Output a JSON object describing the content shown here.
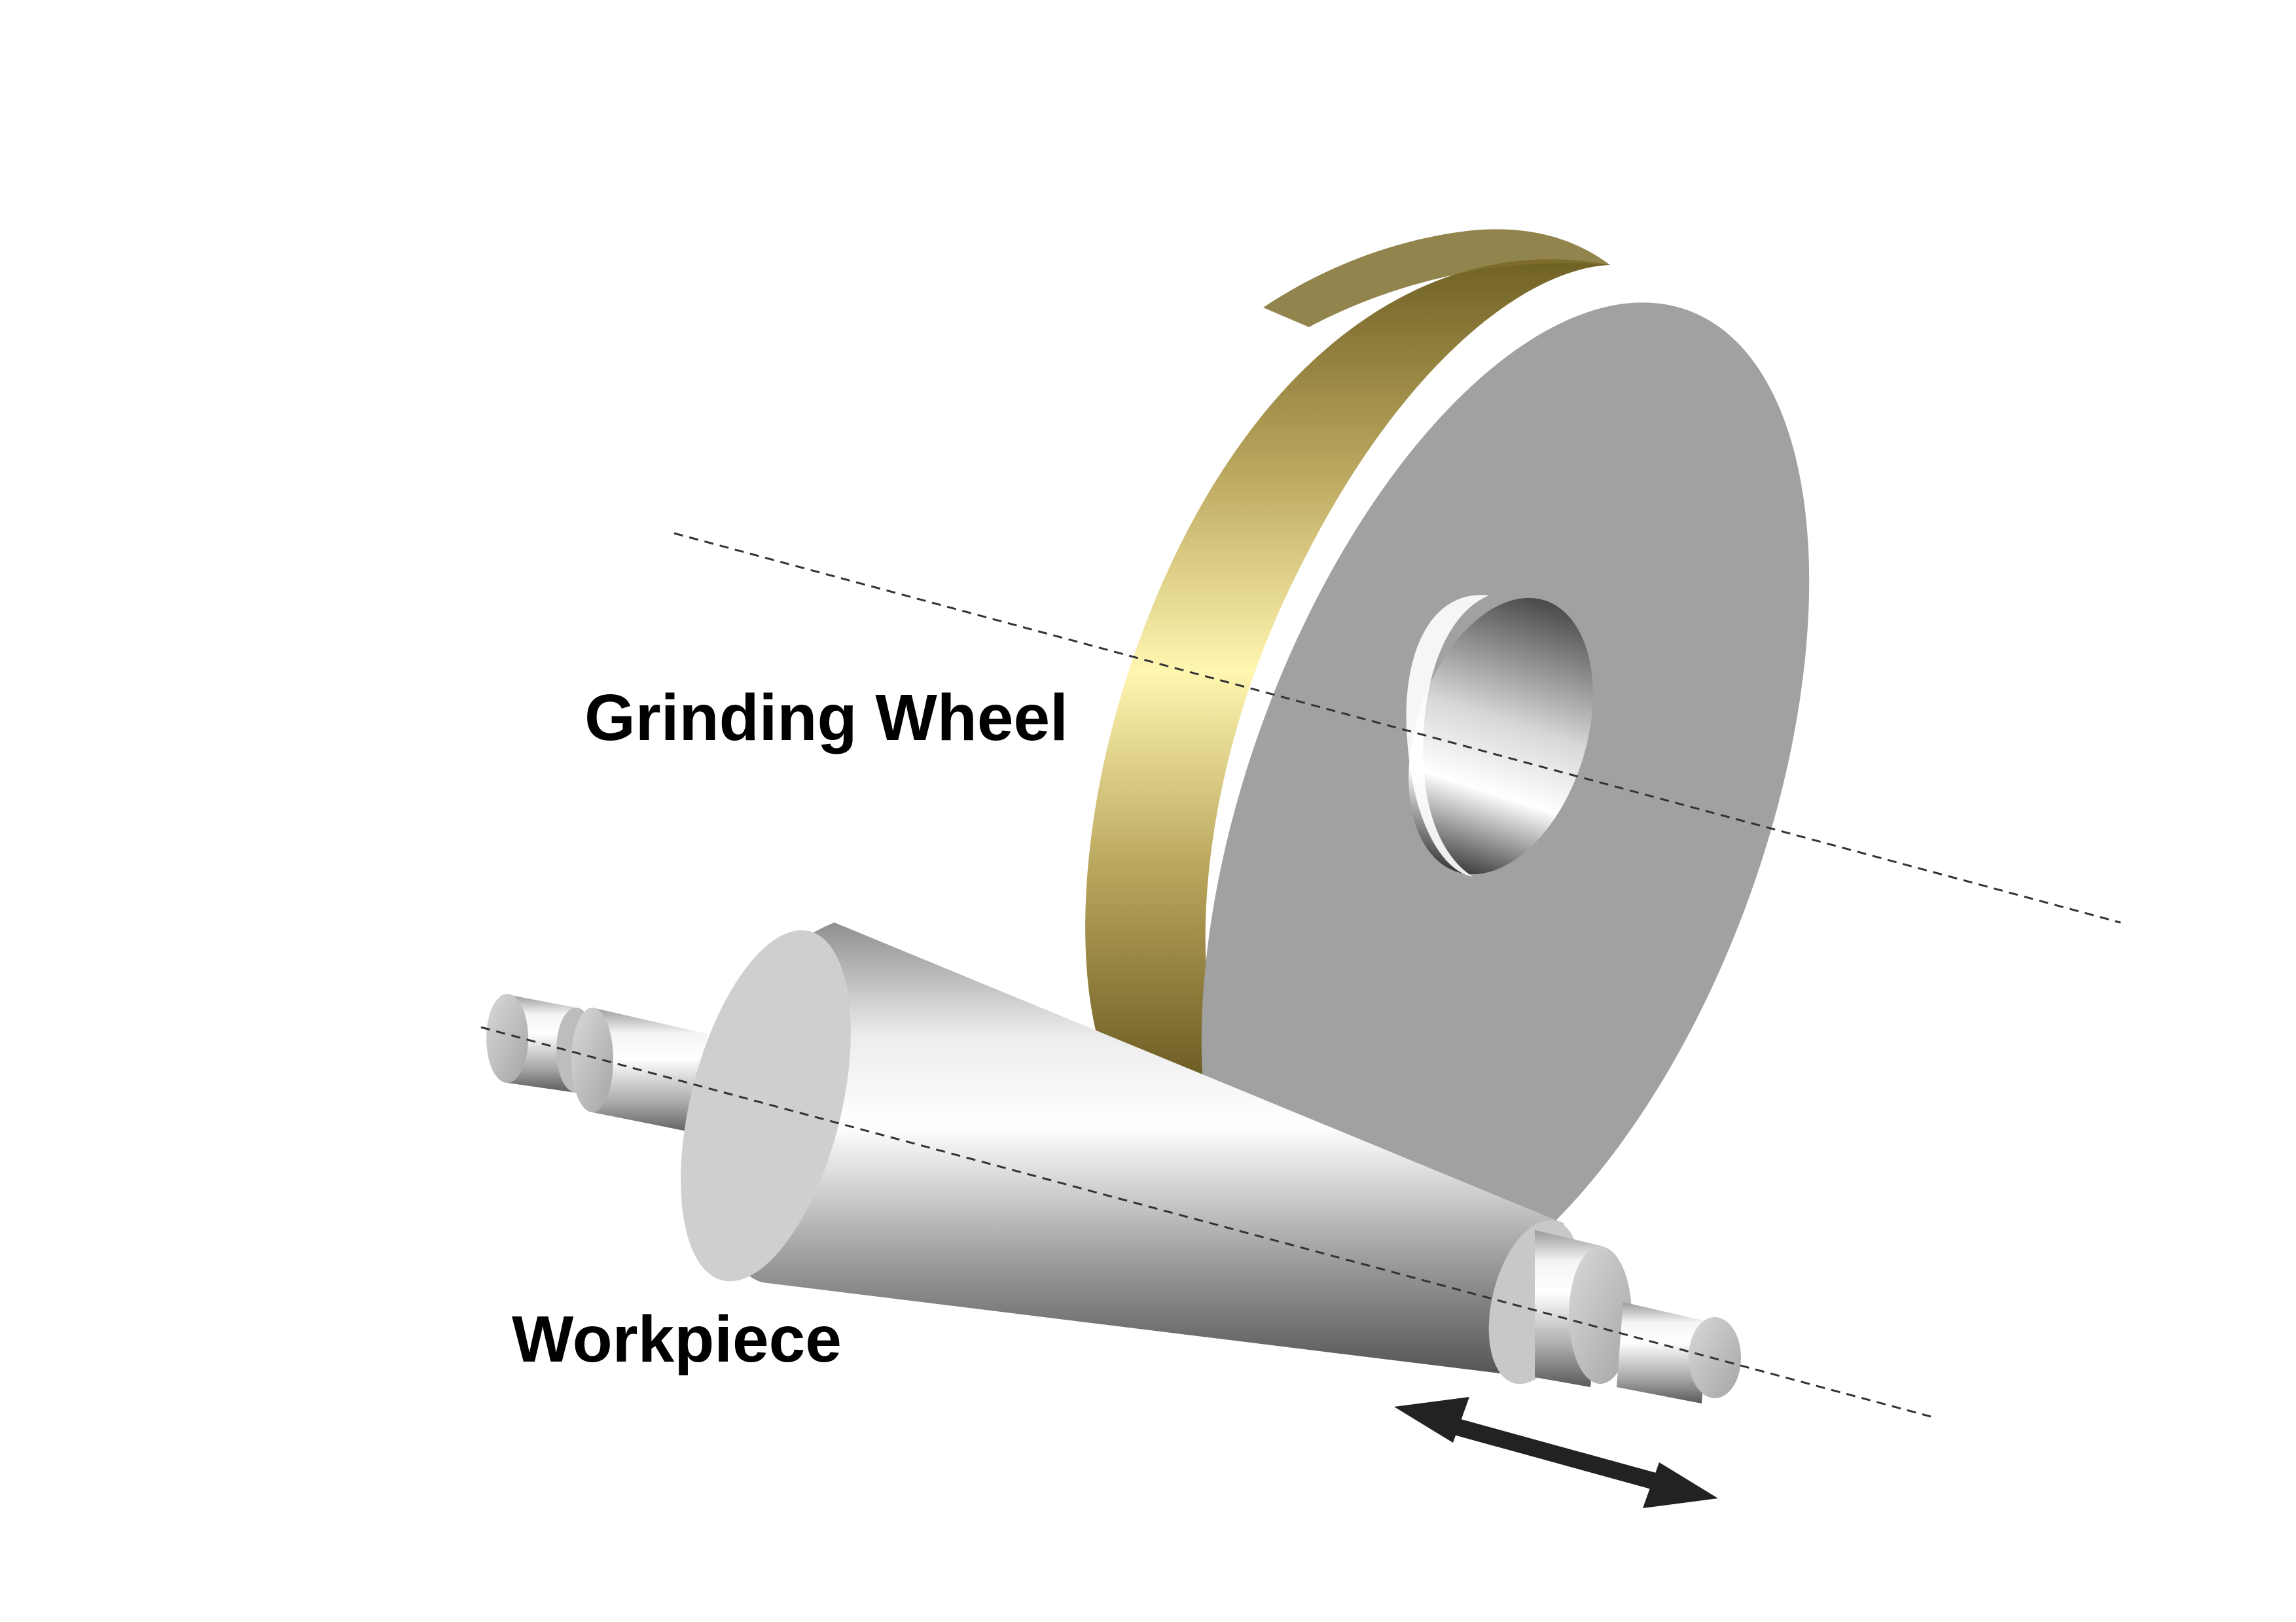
{
  "labels": {
    "grinding_wheel": "Grinding Wheel",
    "workpiece": "Workpiece"
  },
  "colors": {
    "wheel_face": "#a0a1a0",
    "wheel_rim_light": "#fff6b0",
    "wheel_rim_dark": "#8a7a3c",
    "steel_light": "#ffffff",
    "steel_dark": "#6d6d6d",
    "axis_line": "#333333",
    "arrow": "#222222"
  },
  "icons": {
    "feed_arrow": "double-headed-arrow"
  }
}
